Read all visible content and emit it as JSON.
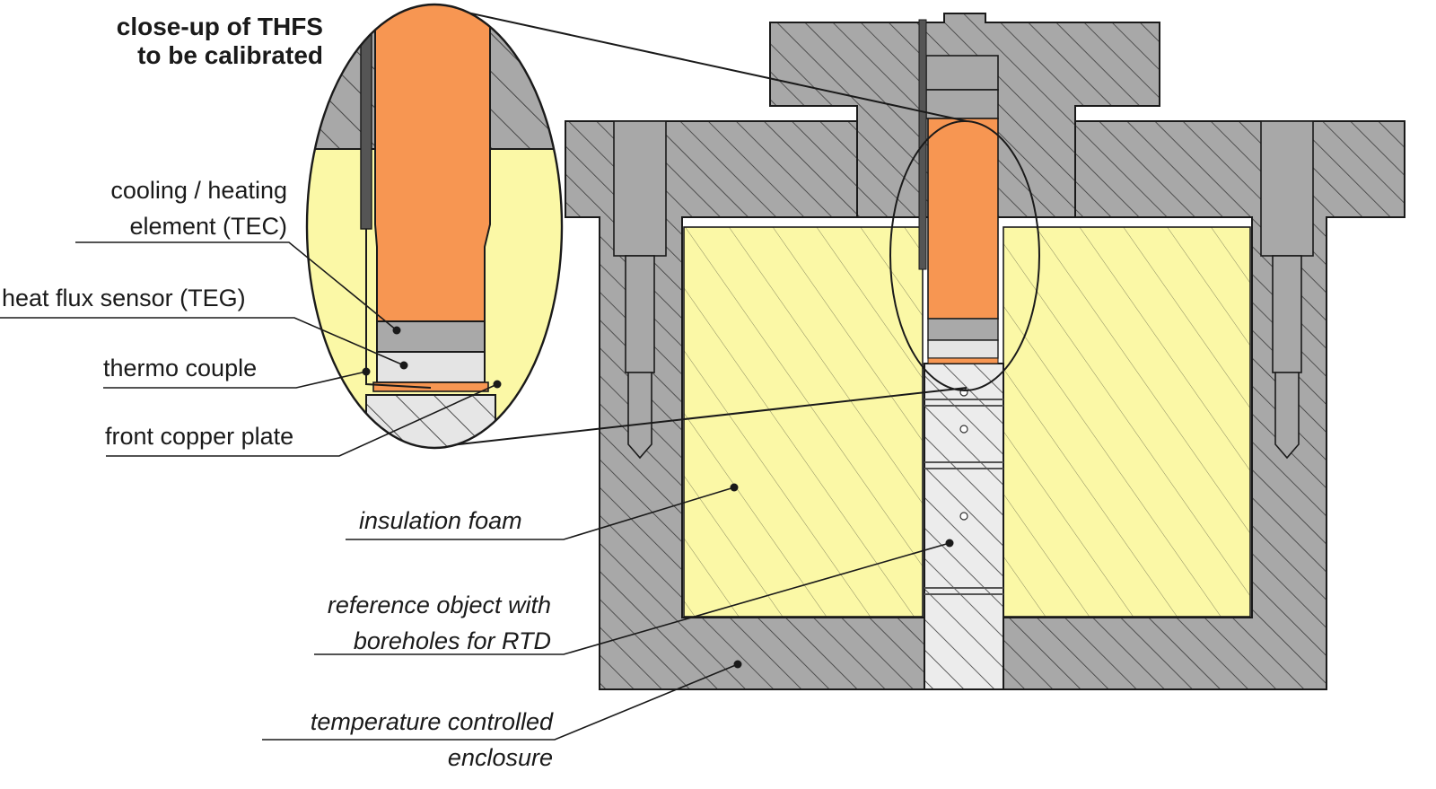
{
  "closeup_title": [
    "close-up of THFS",
    "to be calibrated"
  ],
  "labels": {
    "cooling_heating": [
      "cooling / heating",
      "element (TEC)"
    ],
    "heat_flux_sensor": "heat flux sensor (TEG)",
    "thermo_couple": "thermo couple",
    "front_copper_plate": "front copper plate",
    "insulation_foam": "insulation foam",
    "reference_object": [
      "reference object with",
      "boreholes for RTD"
    ],
    "enclosure": [
      "temperature controlled",
      "enclosure"
    ]
  },
  "colors": {
    "steel": "#a8a8a8",
    "steel_dark": "#6e6e6e",
    "foam": "#fbf8a6",
    "copper": "#f79652",
    "tec": "#a9a9a9",
    "teg": "#e4e4e4",
    "reference": "#ececec",
    "hatch": "#333333",
    "outline": "#1a1a1a"
  }
}
